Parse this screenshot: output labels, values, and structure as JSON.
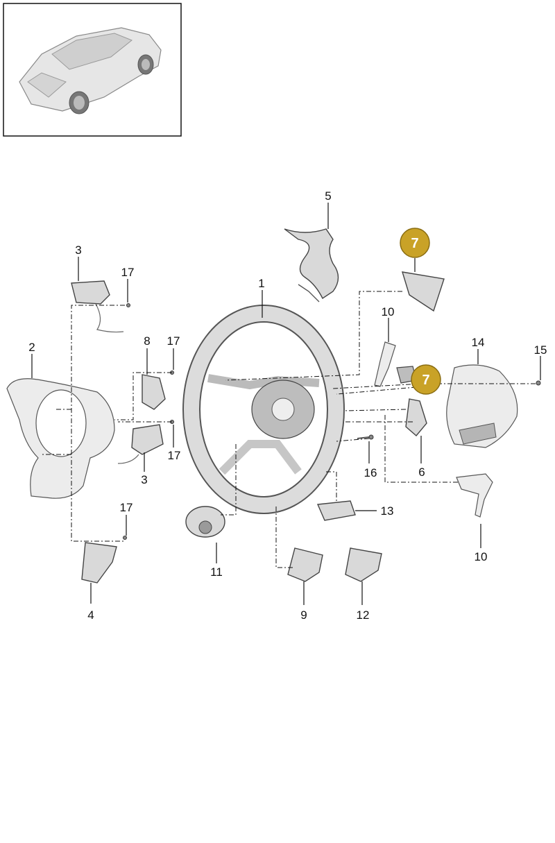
{
  "callouts": {
    "c1": "1",
    "c2": "2",
    "c3a": "3",
    "c3b": "3",
    "c4": "4",
    "c5": "5",
    "c6": "6",
    "c7a": "7",
    "c7b": "7",
    "c8": "8",
    "c9": "9",
    "c10a": "10",
    "c10b": "10",
    "c11": "11",
    "c12": "12",
    "c13": "13",
    "c14": "14",
    "c15": "15",
    "c16": "16",
    "c17a": "17",
    "c17b": "17",
    "c17c": "17",
    "c17d": "17"
  },
  "colors": {
    "badge": "#c9a227",
    "badge_stroke": "#8a6d12",
    "part_fill": "#d9d9d9",
    "line": "#111111"
  }
}
